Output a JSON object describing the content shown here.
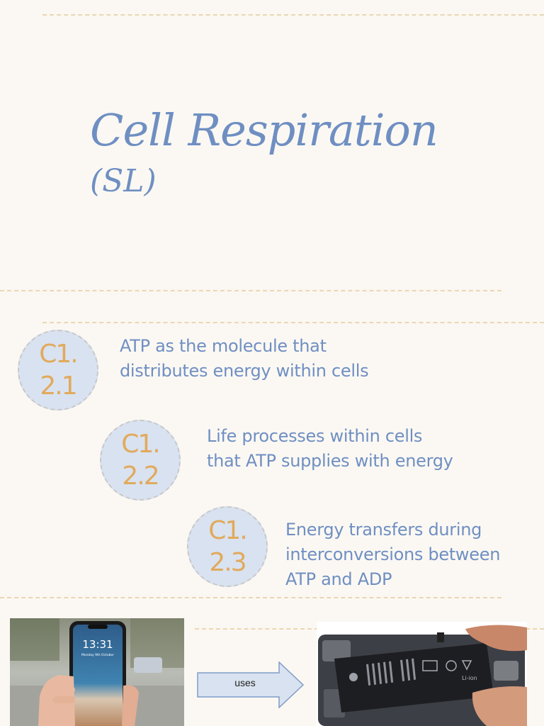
{
  "title": "Cell Respiration",
  "subtitle": "(SL)",
  "items": [
    {
      "code_line1": "C1.",
      "code_line2": "2.1",
      "text_line1": "ATP as the molecule that",
      "text_line2": "distributes energy within cells",
      "text_line3": ""
    },
    {
      "code_line1": "C1.",
      "code_line2": "2.2",
      "text_line1": "Life processes within cells",
      "text_line2": "that ATP supplies with energy",
      "text_line3": ""
    },
    {
      "code_line1": "C1.",
      "code_line2": "2.3",
      "text_line1": "Energy transfers during",
      "text_line2": "interconversions between",
      "text_line3": "ATP and ADP"
    }
  ],
  "phone": {
    "time": "13:31",
    "date": "Monday 9th October"
  },
  "battery": {
    "label": "Li-ion"
  },
  "arrow_label": "uses",
  "colors": {
    "background": "#fbf8f3",
    "title": "#6f8fc2",
    "badge_fill": "#d9e2f0",
    "badge_text": "#e1aa5c",
    "dash": "#ead7b2"
  }
}
